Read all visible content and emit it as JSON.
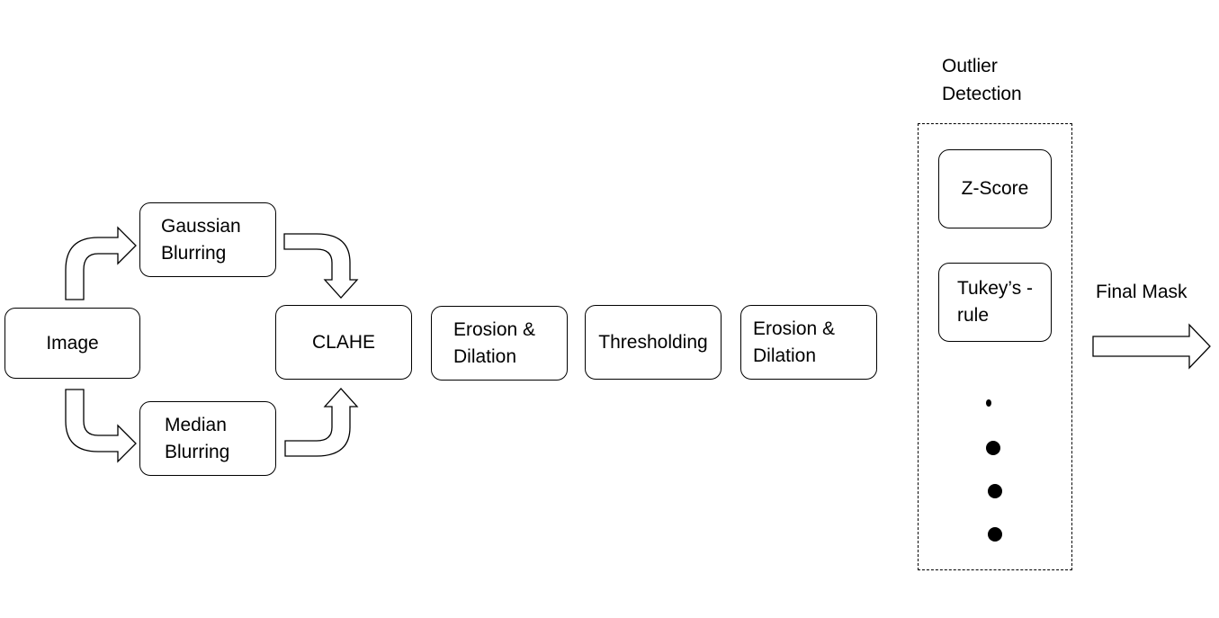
{
  "diagram": {
    "nodes": {
      "image": "Image",
      "gaussian": "Gaussian\nBlurring",
      "median": "Median\nBlurring",
      "clahe": "CLAHE",
      "erosion1": "Erosion &\nDilation",
      "thresholding": "Thresholding",
      "erosion2": "Erosion &\nDilation"
    },
    "outlier_group": {
      "title": "Outlier\nDetection",
      "methods": [
        "Z-Score",
        "Tukey’s -\nrule"
      ],
      "ellipsis_dots": 4
    },
    "output_label": "Final Mask"
  }
}
